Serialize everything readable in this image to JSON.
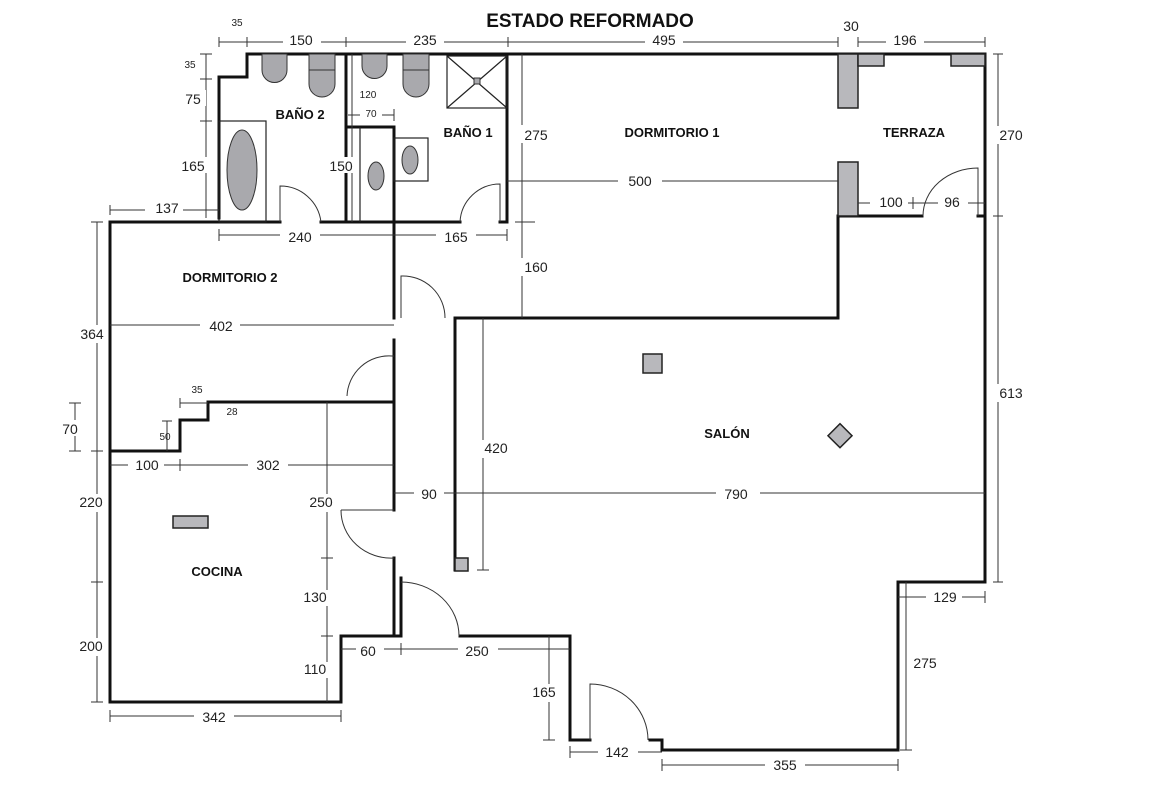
{
  "title": "ESTADO REFORMADO",
  "colors": {
    "wall": "#111111",
    "fixture": "#b8b8bc",
    "background": "#ffffff"
  },
  "rooms": {
    "bano2": "BAÑO 2",
    "bano1": "BAÑO 1",
    "dormitorio1": "DORMITORIO 1",
    "terraza": "TERRAZA",
    "dormitorio2": "DORMITORIO 2",
    "salon": "SALÓN",
    "cocina": "COCINA"
  },
  "dimensions": {
    "top_35": "35",
    "top_150": "150",
    "top_235": "235",
    "top_495": "495",
    "top_30": "30",
    "top_196": "196",
    "left_35": "35",
    "left_75": "75",
    "left_165": "165",
    "left_137": "137",
    "b2_120": "120",
    "b2_70": "70",
    "b2_150": "150",
    "b_240": "240",
    "b_165": "165",
    "d1_275": "275",
    "d1_500": "500",
    "d1_160": "160",
    "t_100": "100",
    "t_96": "96",
    "right_270": "270",
    "right_613": "613",
    "d2_364": "364",
    "d2_402": "402",
    "step_35": "35",
    "step_28": "28",
    "step_50": "50",
    "left_70": "70",
    "k_100": "100",
    "k_302": "302",
    "left_220": "220",
    "k_250": "250",
    "h_90": "90",
    "s_790": "790",
    "s_420": "420",
    "k_130": "130",
    "k_110": "110",
    "left_200": "200",
    "k_342": "342",
    "c_60": "60",
    "c_250": "250",
    "e_165": "165",
    "e_142": "142",
    "e_355": "355",
    "r_129": "129",
    "r_275": "275"
  }
}
